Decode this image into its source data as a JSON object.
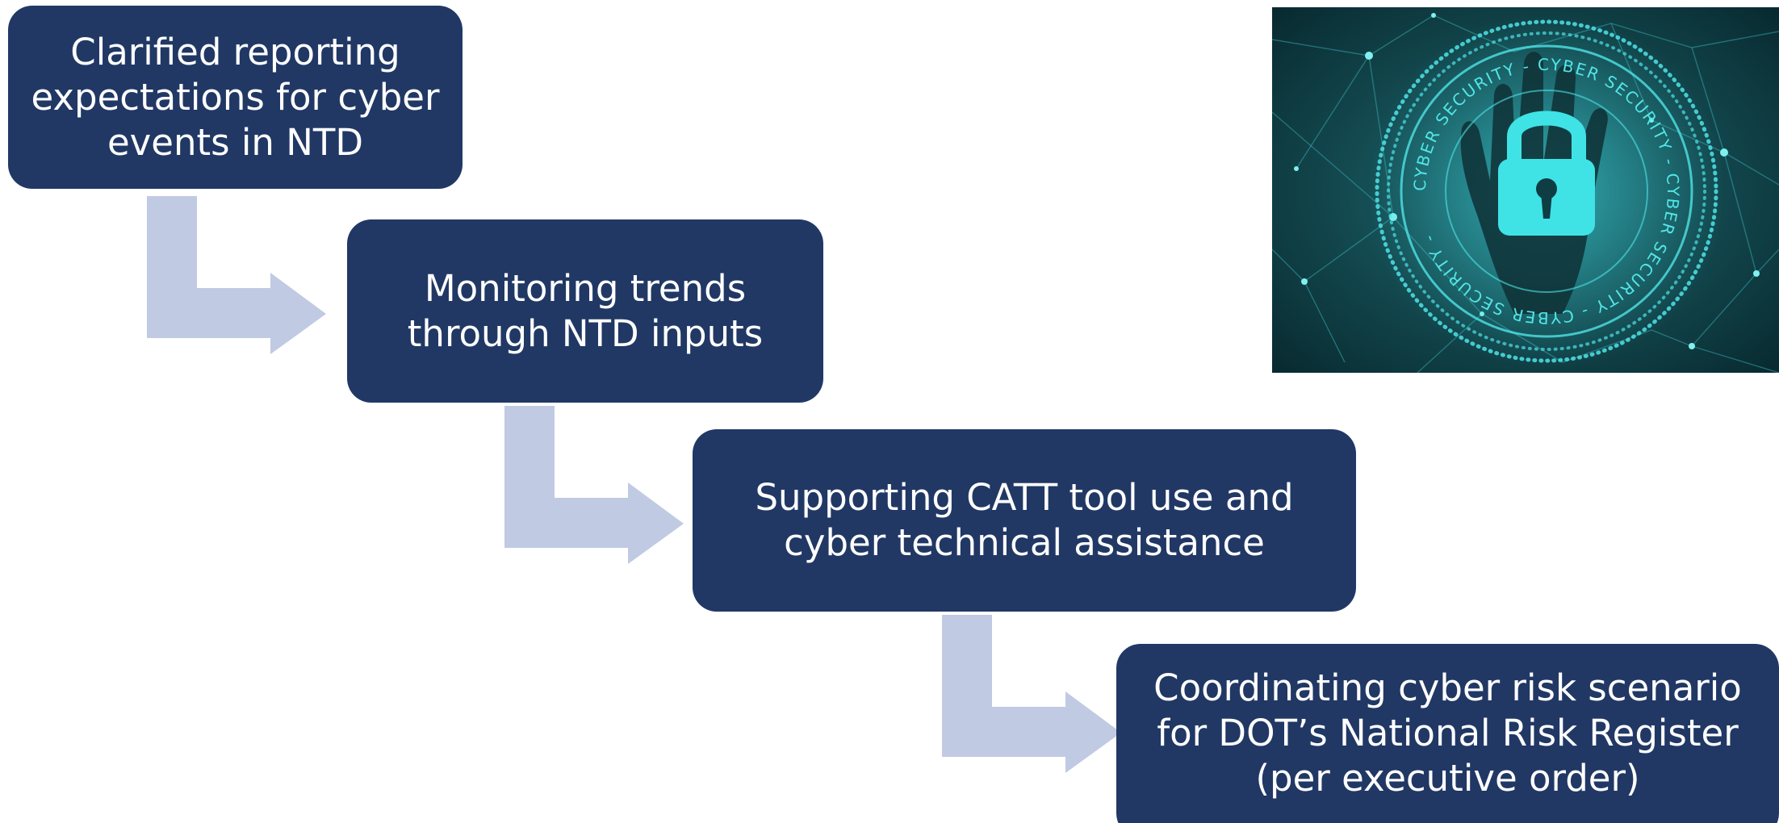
{
  "colors": {
    "box_fill": "#213865",
    "box_text": "#ffffff",
    "connector": "#c1cae3",
    "background": "#ffffff"
  },
  "steps": [
    {
      "text": "Clarified reporting\nexpectations for cyber\nevents in NTD"
    },
    {
      "text": "Monitoring trends\nthrough NTD inputs"
    },
    {
      "text": "Supporting CATT tool use and\ncyber technical assistance"
    },
    {
      "text": "Coordinating cyber risk scenario\nfor DOT’s National Risk Register\n(per executive order)"
    }
  ],
  "photo": {
    "seal_text": "CYBER SECURITY - CYBER SECURITY - CYBER SECURITY - CYBER SECURITY -",
    "icon": "padlock-icon"
  }
}
